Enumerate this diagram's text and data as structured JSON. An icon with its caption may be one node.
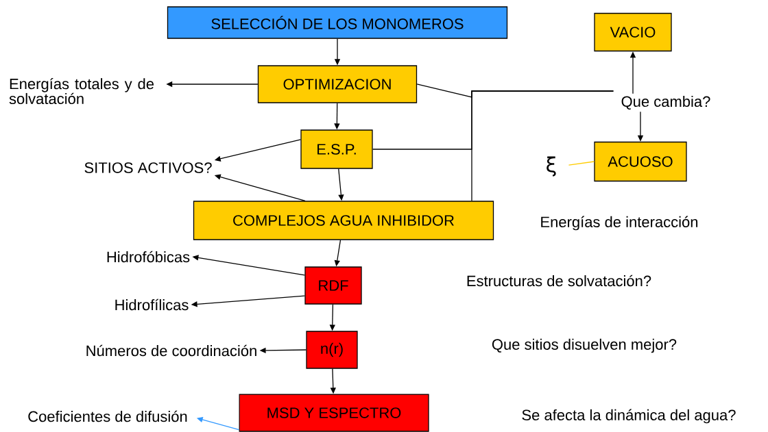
{
  "diagram": {
    "nodes": [
      {
        "text": [
          "SELECCIÓN DE LOS MONOMEROS"
        ]
      },
      {
        "text": [
          "OPTIMIZACION"
        ]
      },
      {
        "text": [
          "E.S.P."
        ]
      },
      {
        "text": [
          "COMPLEJOS AGUA INHIBIDOR"
        ]
      },
      {
        "text": [
          "RDF"
        ]
      },
      {
        "text": [
          "n(r)"
        ]
      },
      {
        "text": [
          "MSD Y ESPECTRO"
        ]
      },
      {
        "text": [
          "VACIO"
        ]
      },
      {
        "text": [
          "ACUOSO"
        ]
      },
      {
        "text": [
          "Energías totales y de solvatación"
        ]
      },
      {
        "text": [
          "SITIOS ACTIVOS?"
        ]
      },
      {
        "text": [
          "Hidrofóbicas"
        ]
      },
      {
        "text": [
          "Hidrofílicas"
        ]
      },
      {
        "text": [
          "Números de coordinación"
        ]
      },
      {
        "text": [
          "Coeficientes de difusión"
        ]
      },
      {
        "text": [
          "Que cambia?"
        ]
      },
      {
        "text": [
          "ξ"
        ]
      }
    ],
    "edges": [
      {
        "from": 0,
        "to": 1,
        "arrow": "to"
      },
      {
        "from": 1,
        "to": 2,
        "arrow": "to"
      },
      {
        "from": 2,
        "to": 3,
        "arrow": "to"
      },
      {
        "from": 3,
        "to": 4,
        "arrow": "to"
      },
      {
        "from": 4,
        "to": 5,
        "arrow": "to"
      },
      {
        "from": 5,
        "to": 6,
        "arrow": "to"
      },
      {
        "from": 1,
        "to": 9,
        "arrow": "to"
      },
      {
        "from": 2,
        "to": 10,
        "arrow": "to"
      },
      {
        "from": 3,
        "to": 10,
        "arrow": "to"
      },
      {
        "from": 4,
        "to": 11,
        "arrow": "to"
      },
      {
        "from": 4,
        "to": 12,
        "arrow": "to"
      },
      {
        "from": 5,
        "to": 13,
        "arrow": "to"
      },
      {
        "from": 6,
        "to": 14,
        "arrow": "to",
        "color": "#3399ff"
      },
      {
        "from": 15,
        "to": 7,
        "arrow": "to"
      },
      {
        "from": 15,
        "to": 8,
        "arrow": "to"
      },
      {
        "from": 8,
        "to": 16,
        "arrow": "none",
        "color": "#ffcc00"
      },
      {
        "from": 1,
        "to": 15,
        "arrow": "none"
      },
      {
        "from": 2,
        "to": 15,
        "arrow": "none"
      },
      {
        "from": 3,
        "to": 15,
        "arrow": "none"
      }
    ],
    "labels": [
      "Energías de interacción",
      "Estructuras de solvatación?",
      "Que sitios disuelven mejor?",
      "Se afecta la dinámica del agua?"
    ]
  }
}
